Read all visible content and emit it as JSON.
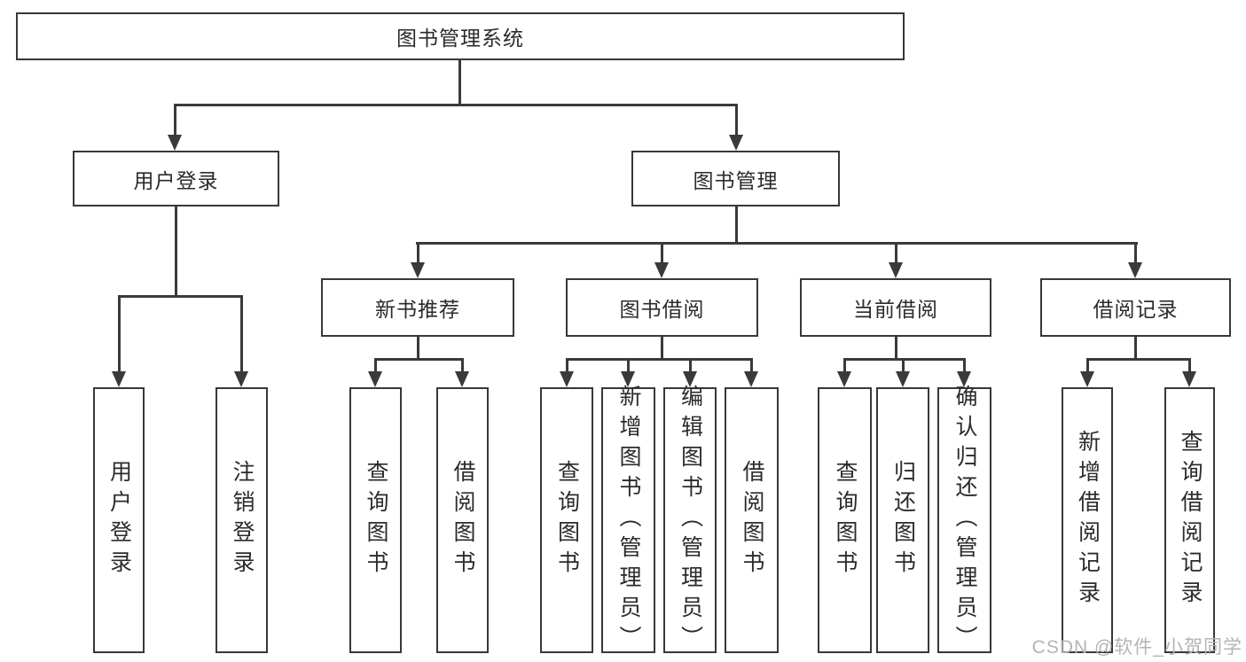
{
  "diagram": {
    "root": {
      "label": "图书管理系统"
    },
    "level2": [
      {
        "label": "用户登录"
      },
      {
        "label": "图书管理"
      }
    ],
    "level3": [
      {
        "label": "新书推荐",
        "parent": "图书管理"
      },
      {
        "label": "图书借阅",
        "parent": "图书管理"
      },
      {
        "label": "当前借阅",
        "parent": "图书管理"
      },
      {
        "label": "借阅记录",
        "parent": "图书管理"
      }
    ],
    "leaves": [
      {
        "label": "用户登录",
        "parent": "用户登录"
      },
      {
        "label": "注销登录",
        "parent": "用户登录"
      },
      {
        "label": "查询图书",
        "parent": "新书推荐"
      },
      {
        "label": "借阅图书",
        "parent": "新书推荐"
      },
      {
        "label": "查询图书",
        "parent": "图书借阅"
      },
      {
        "label": "新增图书（管理员）",
        "parent": "图书借阅"
      },
      {
        "label": "编辑图书（管理员）",
        "parent": "图书借阅"
      },
      {
        "label": "借阅图书",
        "parent": "图书借阅"
      },
      {
        "label": "查询图书",
        "parent": "当前借阅"
      },
      {
        "label": "归还图书",
        "parent": "当前借阅"
      },
      {
        "label": "确认归还（管理员）",
        "parent": "当前借阅"
      },
      {
        "label": "新增借阅记录",
        "parent": "借阅记录"
      },
      {
        "label": "查询借阅记录",
        "parent": "借阅记录"
      }
    ],
    "watermark": "CSDN @软件_小贺同学",
    "colors": {
      "line": "#3a3a3a",
      "box_border": "#383838",
      "text": "#2b2b2b",
      "watermark": "#b4b4b4",
      "background": "#ffffff"
    }
  }
}
